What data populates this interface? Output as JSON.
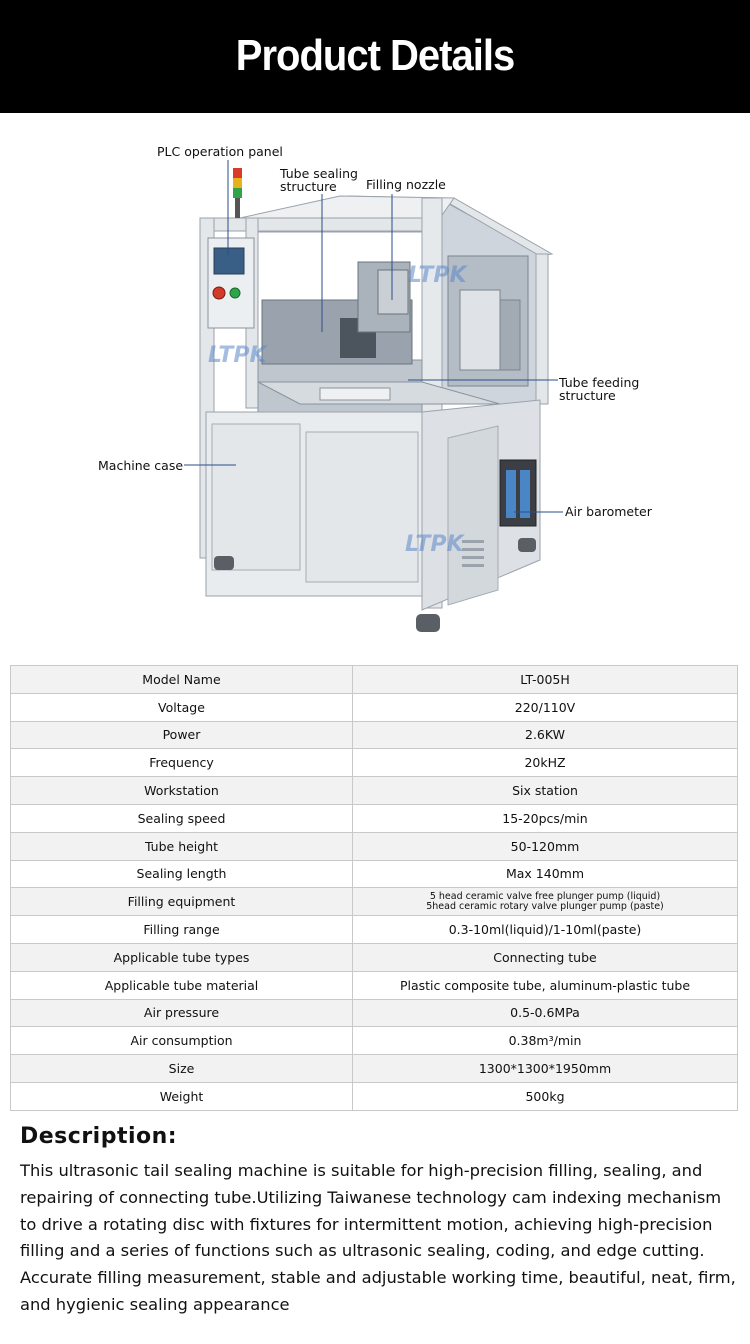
{
  "header": {
    "title": "Product Details"
  },
  "figure": {
    "watermark": "LTPK",
    "callouts": {
      "plc": "PLC operation panel",
      "sealing_line1": "Tube sealing",
      "sealing_line2": "structure",
      "nozzle": "Filling nozzle",
      "feeding_line1": "Tube feeding",
      "feeding_line2": "structure",
      "case": "Machine case",
      "barometer": "Air barometer"
    }
  },
  "specs": [
    {
      "label": "Model Name",
      "value": "LT-005H"
    },
    {
      "label": "Voltage",
      "value": "220/110V"
    },
    {
      "label": "Power",
      "value": "2.6KW"
    },
    {
      "label": "Frequency",
      "value": "20kHZ"
    },
    {
      "label": "Workstation",
      "value": "Six station"
    },
    {
      "label": "Sealing speed",
      "value": "15-20pcs/min"
    },
    {
      "label": "Tube height",
      "value": "50-120mm"
    },
    {
      "label": "Sealing length",
      "value": "Max 140mm"
    },
    {
      "label": "Filling equipment",
      "value_line1": "5 head ceramic valve free plunger pump (liquid)",
      "value_line2": "5head ceramic rotary valve plunger pump (paste)"
    },
    {
      "label": "Filling range",
      "value": "0.3-10ml(liquid)/1-10ml(paste)"
    },
    {
      "label": "Applicable tube types",
      "value": "Connecting tube"
    },
    {
      "label": "Applicable tube material",
      "value": "Plastic composite tube, aluminum-plastic tube"
    },
    {
      "label": "Air pressure",
      "value": "0.5-0.6MPa"
    },
    {
      "label": "Air consumption",
      "value": "0.38m³/min"
    },
    {
      "label": "Size",
      "value": "1300*1300*1950mm"
    },
    {
      "label": "Weight",
      "value": "500kg"
    }
  ],
  "description": {
    "title": "Description:",
    "body": "This ultrasonic tail sealing machine is suitable for high-precision filling, sealing, and repairing of connecting tube.Utilizing Taiwanese technology cam indexing mechanism to drive a rotating disc with fixtures for intermittent motion, achieving high-precision filling and a series of functions such as ultrasonic sealing, coding, and edge cutting. Accurate filling measurement, stable and adjustable working time, beautiful, neat, firm, and hygienic sealing appearance"
  }
}
